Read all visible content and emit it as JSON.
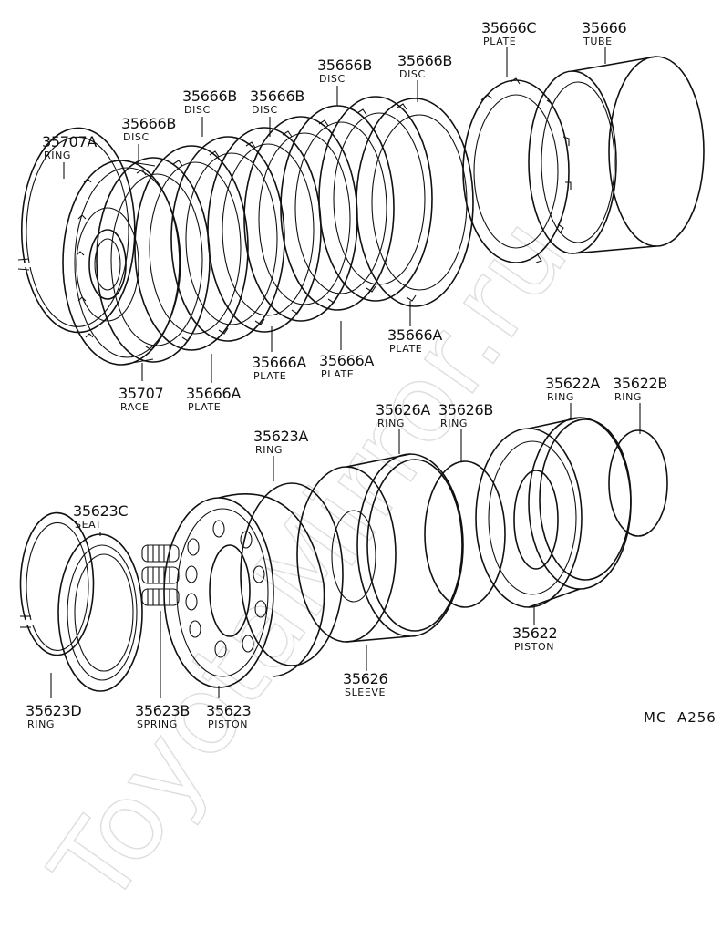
{
  "watermark": "ToyotaMirror.ru",
  "figure_code": "MC  A256",
  "parts": {
    "p35707a": {
      "number": "35707A",
      "name": "RING"
    },
    "p35707": {
      "number": "35707",
      "name": "RACE"
    },
    "p35666b1": {
      "number": "35666B",
      "name": "DISC"
    },
    "p35666b2": {
      "number": "35666B",
      "name": "DISC"
    },
    "p35666b3": {
      "number": "35666B",
      "name": "DISC"
    },
    "p35666b4": {
      "number": "35666B",
      "name": "DISC"
    },
    "p35666b5": {
      "number": "35666B",
      "name": "DISC"
    },
    "p35666c": {
      "number": "35666C",
      "name": "PLATE"
    },
    "p35666": {
      "number": "35666",
      "name": "TUBE"
    },
    "p35666a1": {
      "number": "35666A",
      "name": "PLATE"
    },
    "p35666a2": {
      "number": "35666A",
      "name": "PLATE"
    },
    "p35666a3": {
      "number": "35666A",
      "name": "PLATE"
    },
    "p35666a4": {
      "number": "35666A",
      "name": "PLATE"
    },
    "p35623a": {
      "number": "35623A",
      "name": "RING"
    },
    "p35626a": {
      "number": "35626A",
      "name": "RING"
    },
    "p35626b": {
      "number": "35626B",
      "name": "RING"
    },
    "p35622a": {
      "number": "35622A",
      "name": "RING"
    },
    "p35622b": {
      "number": "35622B",
      "name": "RING"
    },
    "p35623c": {
      "number": "35623C",
      "name": "SEAT"
    },
    "p35622": {
      "number": "35622",
      "name": "PISTON"
    },
    "p35626": {
      "number": "35626",
      "name": "SLEEVE"
    },
    "p35623d": {
      "number": "35623D",
      "name": "RING"
    },
    "p35623b": {
      "number": "35623B",
      "name": "SPRING"
    },
    "p35623": {
      "number": "35623",
      "name": "PISTON"
    }
  }
}
